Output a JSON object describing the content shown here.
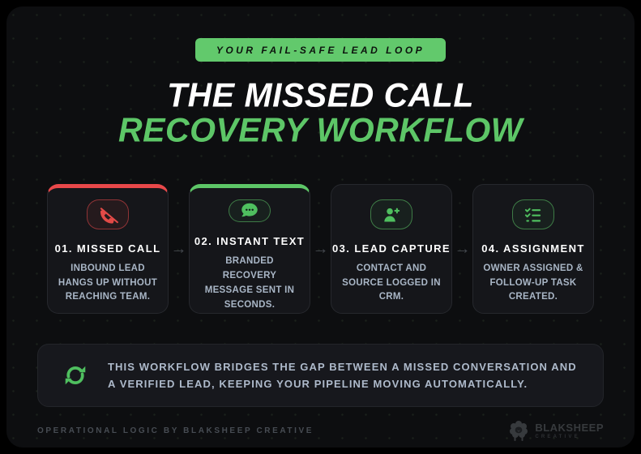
{
  "page": {
    "badge": "YOUR FAIL-SAFE LEAD LOOP",
    "title_line1": "THE MISSED CALL",
    "title_line2": "RECOVERY WORKFLOW"
  },
  "colors": {
    "accent_green": "#5dc667",
    "accent_red": "#e8484a",
    "card_bg": "#15161a",
    "page_bg": "#0d0e10",
    "desc_text": "#a9b6c6"
  },
  "steps": [
    {
      "title": "01. MISSED CALL",
      "desc": "INBOUND LEAD HANGS UP WITHOUT REACHING TEAM.",
      "icon": "phone-slash-icon",
      "accent": "red"
    },
    {
      "title": "02. INSTANT TEXT",
      "desc": "BRANDED RECOVERY MESSAGE SENT IN SECONDS.",
      "icon": "comment-dots-icon",
      "accent": "green"
    },
    {
      "title": "03. LEAD CAPTURE",
      "desc": "CONTACT AND SOURCE LOGGED IN CRM.",
      "icon": "user-plus-icon",
      "accent": "none"
    },
    {
      "title": "04. ASSIGNMENT",
      "desc": "OWNER ASSIGNED & FOLLOW-UP TASK CREATED.",
      "icon": "list-check-icon",
      "accent": "none"
    }
  ],
  "arrow_glyph": "→",
  "callout": {
    "icon": "sync-icon",
    "text": "THIS WORKFLOW BRIDGES THE GAP BETWEEN A MISSED CONVERSATION AND A VERIFIED LEAD, KEEPING YOUR PIPELINE MOVING AUTOMATICALLY."
  },
  "footer": {
    "left": "OPERATIONAL LOGIC BY BLAKSHEEP CREATIVE",
    "brand_name": "BLAKSHEEP",
    "brand_sub": "CREATIVE"
  }
}
